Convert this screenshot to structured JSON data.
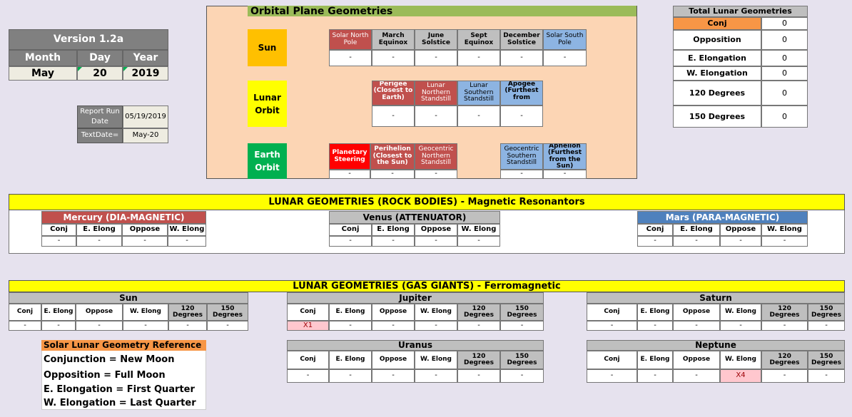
{
  "version": {
    "label": "Version 1.2a"
  },
  "date": {
    "headers": [
      "Month",
      "Day",
      "Year"
    ],
    "values": [
      "May",
      "20",
      "2019"
    ]
  },
  "report": {
    "run_label": "Report Run Date",
    "run_value": "05/19/2019",
    "text_label": "TextDate=",
    "text_value": "May-20"
  },
  "orbital": {
    "title": "Orbital Plane Geometries",
    "sun_label": "Sun",
    "lunar_label": "Lunar Orbit",
    "earth_label": "Earth Orbit",
    "sun_cols": [
      "Solar North Pole",
      "March Equinox",
      "June Solstice",
      "Sept Equinox",
      "December Solstice",
      "Solar South Pole"
    ],
    "sun_vals": [
      "-",
      "-",
      "-",
      "-",
      "-",
      "-"
    ],
    "lunar_cols": [
      "Perigee (Closest to Earth)",
      "Lunar Northern Standstill",
      "Lunar Southern Standstill",
      "Apogee (Furthest from"
    ],
    "lunar_vals": [
      "-",
      "-",
      "-",
      "-"
    ],
    "earth_cols": [
      "Planetary Steering",
      "Perihelion (Closest to the Sun)",
      "Geocentric Northern Standstill",
      "Geocentric Southern Standstill",
      "Aphelion (Furthest from the Sun)"
    ],
    "earth_vals": [
      "-",
      "-",
      "-",
      "-",
      "-"
    ]
  },
  "totals": {
    "title": "Total Lunar Geometries",
    "rows": [
      {
        "label": "Conj",
        "value": "0"
      },
      {
        "label": "Opposition",
        "value": "0"
      },
      {
        "label": "E. Elongation",
        "value": "0"
      },
      {
        "label": "W. Elongation",
        "value": "0"
      },
      {
        "label": "120 Degrees",
        "value": "0"
      },
      {
        "label": "150 Degrees",
        "value": "0"
      }
    ]
  },
  "rock": {
    "banner": "LUNAR GEOMETRIES (ROCK BODIES) - Magnetic Resonantors",
    "cols": [
      "Conj",
      "E. Elong",
      "Oppose",
      "W. Elong"
    ],
    "mercury": {
      "title": "Mercury (DIA-MAGNETIC)",
      "vals": [
        "-",
        "-",
        "-",
        "-"
      ]
    },
    "venus": {
      "title": "Venus (ATTENUATOR)",
      "vals": [
        "-",
        "-",
        "-",
        "-"
      ]
    },
    "mars": {
      "title": "Mars (PARA-MAGNETIC)",
      "vals": [
        "-",
        "-",
        "-",
        "-"
      ]
    }
  },
  "gas": {
    "banner": "LUNAR GEOMETRIES (GAS GIANTS) - Ferromagnetic",
    "cols": [
      "Conj",
      "E. Elong",
      "Oppose",
      "W. Elong",
      "120 Degrees",
      "150 Degrees"
    ],
    "sun": {
      "title": "Sun",
      "vals": [
        "-",
        "-",
        "-",
        "-",
        "-",
        "-"
      ]
    },
    "jupiter": {
      "title": "Jupiter",
      "vals": [
        "X1",
        "-",
        "-",
        "-",
        "-",
        "-"
      ]
    },
    "saturn": {
      "title": "Saturn",
      "vals": [
        "-",
        "-",
        "-",
        "-",
        "-",
        "-"
      ]
    },
    "uranus": {
      "title": "Uranus",
      "vals": [
        "-",
        "-",
        "-",
        "-",
        "-",
        "-"
      ]
    },
    "neptune": {
      "title": "Neptune",
      "vals": [
        "-",
        "-",
        "-",
        "X4",
        "-",
        "-"
      ]
    }
  },
  "reference": {
    "title": "Solar Lunar Geometry Reference",
    "lines": [
      "Conjunction = New Moon",
      "Opposition = Full Moon",
      "E. Elongation = First Quarter",
      "W. Elongation = Last Quarter"
    ]
  }
}
